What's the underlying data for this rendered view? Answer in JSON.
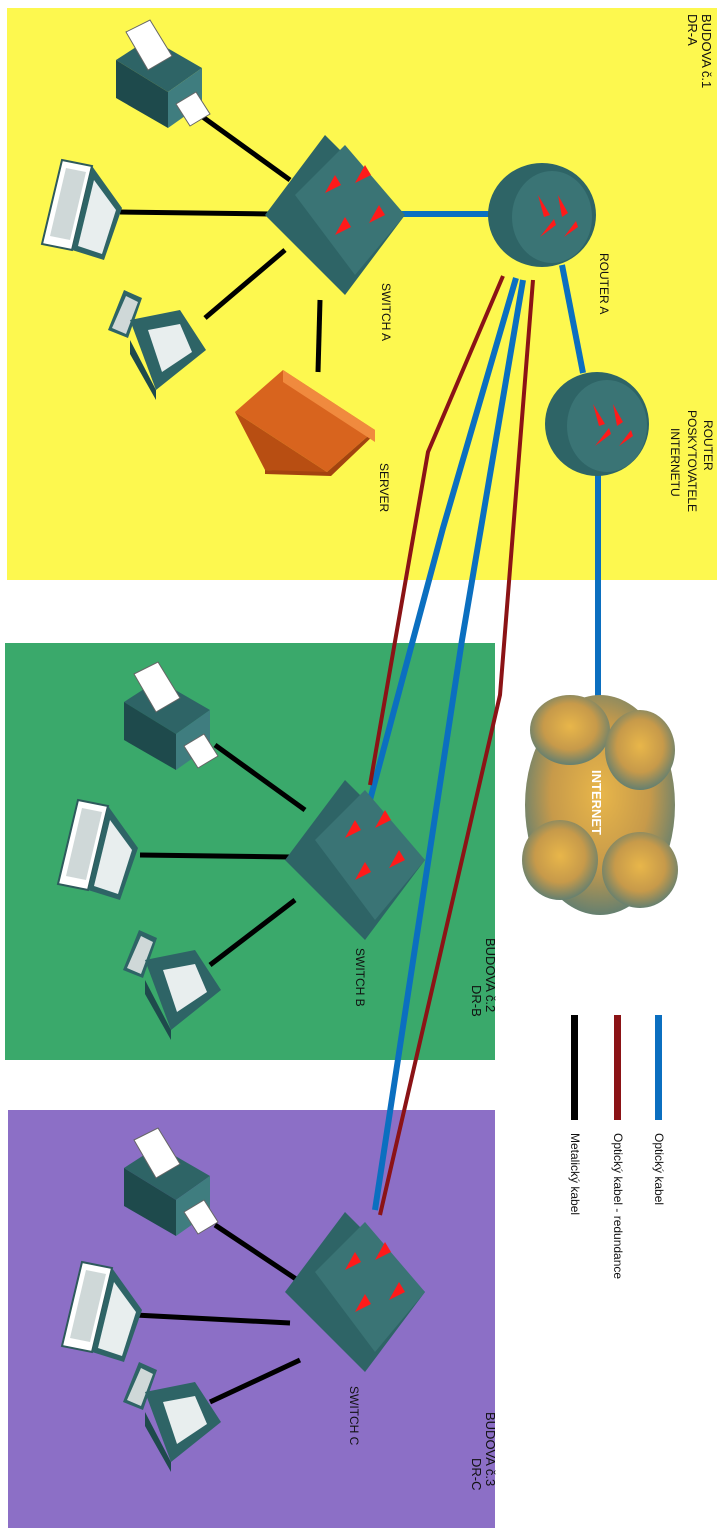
{
  "buildings": {
    "b1": {
      "name": "BUDOVA č.1",
      "code": "DR-A",
      "color": "#fdf84f"
    },
    "b2": {
      "name": "BUDOVA č.2",
      "code": "DR-B",
      "color": "#3aa96b"
    },
    "b3": {
      "name": "BUDOVA č.3",
      "code": "DR-C",
      "color": "#8c6fc6"
    }
  },
  "devices": {
    "switch_a": "SWITCH A",
    "switch_b": "SWITCH B",
    "switch_c": "SWITCH C",
    "router_a": "ROUTER A",
    "router_isp": [
      "ROUTER",
      "POSKYTOVATELE",
      "INTERNETU"
    ],
    "server": "SERVER",
    "internet": "INTERNET"
  },
  "legend": {
    "optical": {
      "label": "Optický kabel",
      "color": "#0b6fc0"
    },
    "redundant": {
      "label": "Optický kabel - redundance",
      "color": "#8b1316"
    },
    "metal": {
      "label": "Metalický kabel",
      "color": "#000000"
    }
  },
  "icons": [
    "printer-icon",
    "laptop-icon",
    "workstation-icon",
    "switch-icon",
    "router-icon",
    "server-icon",
    "cloud-icon"
  ]
}
